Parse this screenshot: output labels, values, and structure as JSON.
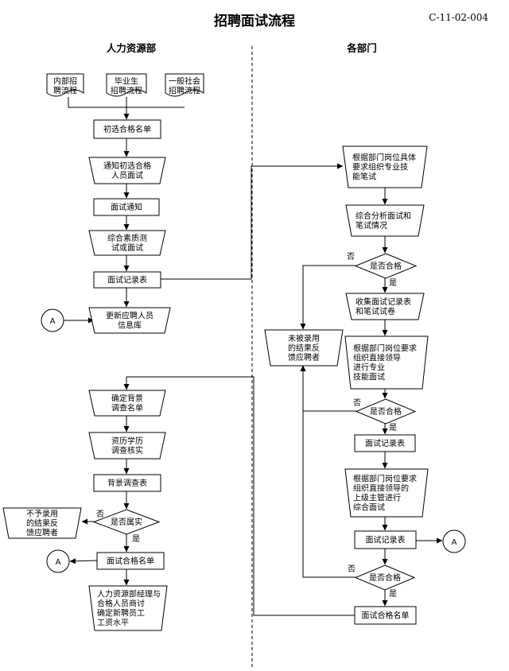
{
  "title": "招聘面试流程",
  "doc_no": "C-11-02-004",
  "lanes": {
    "left": "人力资源部",
    "right": "各部门"
  },
  "labels": {
    "yes": "是",
    "no": "否",
    "connector": "A"
  },
  "left": {
    "sources": [
      [
        "内部招",
        "聘流程"
      ],
      [
        "毕业生",
        "招聘流程"
      ],
      [
        "一般社会",
        "招聘流程"
      ]
    ],
    "shortlist": [
      "初选合格名单"
    ],
    "notify_candidates": [
      "通知初选合格",
      "人员面试"
    ],
    "interview_notice": [
      "面试通知"
    ],
    "quality_test": [
      "综合素质测",
      "试或面试"
    ],
    "interview_record": [
      "面试记录表"
    ],
    "update_db": [
      "更新应聘人员",
      "信息库"
    ],
    "bg_list": [
      "确定背景",
      "调查名单"
    ],
    "verify": [
      "资历学历",
      "调查核实"
    ],
    "bg_table": [
      "背景调查表"
    ],
    "is_true": [
      "是否属实"
    ],
    "reject_notice": [
      "不予录用",
      "的结果反",
      "馈应聘者"
    ],
    "pass_list": [
      "面试合格名单"
    ],
    "salary": [
      "人力资源部经理与",
      "合格人员商讨",
      "确定新聘员工",
      "工资水平"
    ]
  },
  "right": {
    "written_test": [
      "根据部门岗位具体",
      "要求组织专业技",
      "能笔试"
    ],
    "analysis": [
      "综合分析面试和",
      "笔试情况"
    ],
    "decision1": [
      "是否合格"
    ],
    "collect": [
      "收集面试记录表",
      "和笔试试卷"
    ],
    "fail_notice": [
      "未被录用",
      "的结果反",
      "馈应聘者"
    ],
    "pro_interview": [
      "根据部门岗位要求",
      "组织直接领导",
      "进行专业",
      "技能面试"
    ],
    "decision2": [
      "是否合格"
    ],
    "record2": [
      "面试记录表"
    ],
    "final_interview": [
      "根据部门岗位要求",
      "组织直接领导的",
      "上级主管进行",
      "综合面试"
    ],
    "record3": [
      "面试记录表"
    ],
    "decision3": [
      "是否合格"
    ],
    "pass_list": [
      "面试合格名单"
    ]
  }
}
